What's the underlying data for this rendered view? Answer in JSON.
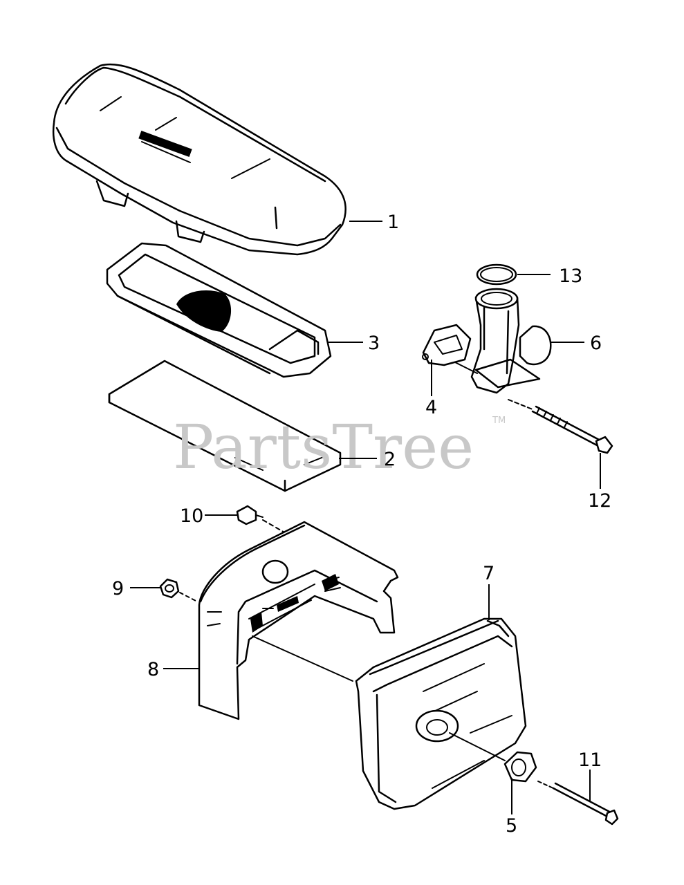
{
  "watermark": {
    "text": "PartsTree",
    "trademark": "TM"
  },
  "callouts": [
    {
      "number": "1"
    },
    {
      "number": "2"
    },
    {
      "number": "3"
    },
    {
      "number": "4"
    },
    {
      "number": "5"
    },
    {
      "number": "6"
    },
    {
      "number": "7"
    },
    {
      "number": "8"
    },
    {
      "number": "9"
    },
    {
      "number": "10"
    },
    {
      "number": "11"
    },
    {
      "number": "12"
    },
    {
      "number": "13"
    }
  ]
}
